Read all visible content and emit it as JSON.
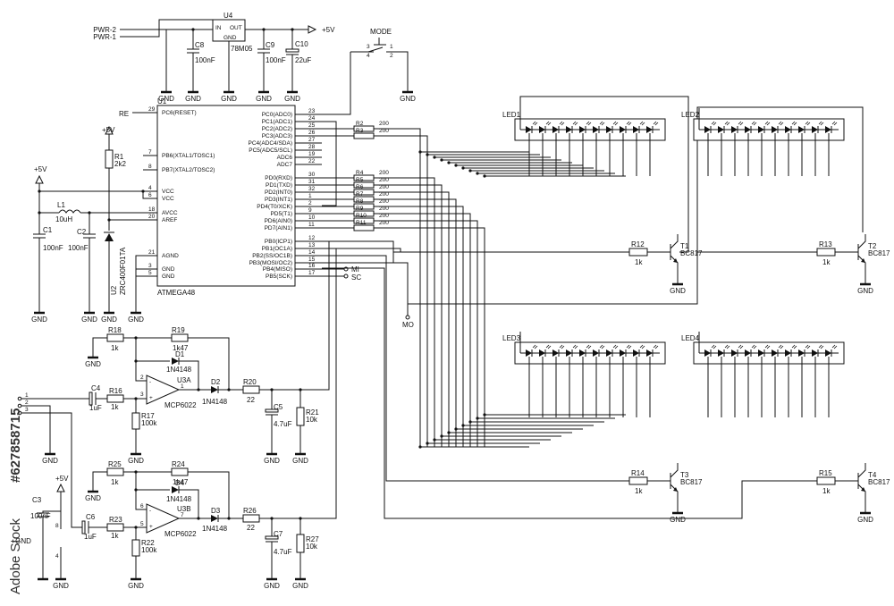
{
  "power": {
    "in_labels": [
      "PWR-2",
      "PWR-1"
    ],
    "reg_ref": "U4",
    "reg_in": "IN",
    "reg_out": "OUT",
    "reg_gnd": "GND",
    "reg_part": "78M05",
    "vcc": "+5V",
    "gnd": "GND"
  },
  "caps_top": [
    {
      "ref": "C8",
      "val": "100nF"
    },
    {
      "ref": "C9",
      "val": "100nF"
    },
    {
      "ref": "C10",
      "val": "22uF"
    }
  ],
  "mode_switch": {
    "label": "MODE",
    "pins": [
      "3",
      "4",
      "1",
      "2"
    ]
  },
  "mcu": {
    "ref": "U1",
    "part": "ATMEGA48",
    "left_pins": [
      {
        "num": "29",
        "name": "PC6(RESET)"
      },
      {
        "num": "7",
        "name": "PB6(XTAL1/TOSC1)"
      },
      {
        "num": "8",
        "name": "PB7(XTAL2/TOSC2)"
      },
      {
        "num": "4",
        "name": "VCC"
      },
      {
        "num": "6",
        "name": "VCC"
      },
      {
        "num": "18",
        "name": "AVCC"
      },
      {
        "num": "20",
        "name": "AREF"
      },
      {
        "num": "21",
        "name": "AGND"
      },
      {
        "num": "3",
        "name": "GND"
      },
      {
        "num": "5",
        "name": "GND"
      }
    ],
    "right_pins": [
      {
        "num": "23",
        "name": "PC0(ADC0)"
      },
      {
        "num": "24",
        "name": "PC1(ADC1)"
      },
      {
        "num": "25",
        "name": "PC2(ADC2)"
      },
      {
        "num": "26",
        "name": "PC3(ADC3)"
      },
      {
        "num": "27",
        "name": "PC4(ADC4/SDA)"
      },
      {
        "num": "28",
        "name": "PC5(ADC5/SCL)"
      },
      {
        "num": "19",
        "name": "ADC6"
      },
      {
        "num": "22",
        "name": "ADC7"
      },
      {
        "num": "30",
        "name": "PD0(RXD)"
      },
      {
        "num": "31",
        "name": "PD1(TXD)"
      },
      {
        "num": "32",
        "name": "PD2(INT0)"
      },
      {
        "num": "1",
        "name": "PD3(INT1)"
      },
      {
        "num": "2",
        "name": "PD4(T0/XCK)"
      },
      {
        "num": "9",
        "name": "PD5(T1)"
      },
      {
        "num": "10",
        "name": "PD6(AIN0)"
      },
      {
        "num": "11",
        "name": "PD7(AIN1)"
      },
      {
        "num": "12",
        "name": "PB0(ICP1)"
      },
      {
        "num": "13",
        "name": "PB1(OC1A)"
      },
      {
        "num": "14",
        "name": "PB2(SS/OC1B)"
      },
      {
        "num": "15",
        "name": "PB3(MOSI/OC2)"
      },
      {
        "num": "16",
        "name": "PB4(MISO)"
      },
      {
        "num": "17",
        "name": "PB5(SCK)"
      }
    ],
    "re_label": "RE",
    "mi_label": "MI",
    "sc_label": "SC",
    "mo_label": "MO"
  },
  "left_parts": {
    "r1": {
      "ref": "R1",
      "val": "2k2"
    },
    "l1": {
      "ref": "L1",
      "val": "10uH"
    },
    "c1": {
      "ref": "C1",
      "val": "100nF"
    },
    "c2": {
      "ref": "C2",
      "val": "100nF"
    },
    "u2": {
      "ref": "U2",
      "part": "ZRC400F01TA"
    }
  },
  "series_resistors": [
    {
      "ref": "R2",
      "val": "200"
    },
    {
      "ref": "R3",
      "val": "200"
    },
    {
      "ref": "R4",
      "val": "200"
    },
    {
      "ref": "R5",
      "val": "200"
    },
    {
      "ref": "R6",
      "val": "200"
    },
    {
      "ref": "R7",
      "val": "200"
    },
    {
      "ref": "R8",
      "val": "200"
    },
    {
      "ref": "R9",
      "val": "200"
    },
    {
      "ref": "R10",
      "val": "200"
    },
    {
      "ref": "R11",
      "val": "200"
    }
  ],
  "leds": [
    "LED1",
    "LED2",
    "LED3",
    "LED4"
  ],
  "transistors": [
    {
      "ref": "T1",
      "part": "BC817",
      "rref": "R12",
      "rval": "1k"
    },
    {
      "ref": "T2",
      "part": "BC817",
      "rref": "R13",
      "rval": "1k"
    },
    {
      "ref": "T3",
      "part": "BC817",
      "rref": "R14",
      "rval": "1k"
    },
    {
      "ref": "T4",
      "part": "BC817",
      "rref": "R15",
      "rval": "1k"
    }
  ],
  "analog_a": {
    "r18": {
      "ref": "R18",
      "val": "1k"
    },
    "r19": {
      "ref": "R19",
      "val": "1k47"
    },
    "d1": {
      "ref": "D1",
      "val": "1N4148"
    },
    "u": {
      "ref": "U3A",
      "part": "MCP6022"
    },
    "d2": {
      "ref": "D2",
      "val": "1N4148"
    },
    "r20": {
      "ref": "R20",
      "val": "22"
    },
    "c4": {
      "ref": "C4",
      "val": "1uF"
    },
    "r16": {
      "ref": "R16",
      "val": "1k"
    },
    "r17": {
      "ref": "R17",
      "val": "100k"
    },
    "c5": {
      "ref": "C5",
      "val": "4.7uF"
    },
    "r21": {
      "ref": "R21",
      "val": "10k"
    },
    "pins": [
      "2",
      "3",
      "1"
    ]
  },
  "analog_b": {
    "r25": {
      "ref": "R25",
      "val": "1k"
    },
    "r24": {
      "ref": "R24",
      "val": "1k47"
    },
    "d4": {
      "ref": "D4",
      "val": "1N4148"
    },
    "u": {
      "ref": "U3B",
      "part": "MCP6022"
    },
    "d3": {
      "ref": "D3",
      "val": "1N4148"
    },
    "r26": {
      "ref": "R26",
      "val": "22"
    },
    "c6": {
      "ref": "C6",
      "val": "1uF"
    },
    "r23": {
      "ref": "R23",
      "val": "1k"
    },
    "r22": {
      "ref": "R22",
      "val": "100k"
    },
    "c7": {
      "ref": "C7",
      "val": "4.7uF"
    },
    "r27": {
      "ref": "R27",
      "val": "10k"
    },
    "c3": {
      "ref": "C3",
      "val": "100nF"
    },
    "pins": [
      "6",
      "5",
      "7",
      "8",
      "4"
    ]
  },
  "connector": {
    "pins": [
      "1",
      "2",
      "3"
    ]
  },
  "stock": {
    "id": "#627858715",
    "brand": "Adobe Stock"
  }
}
